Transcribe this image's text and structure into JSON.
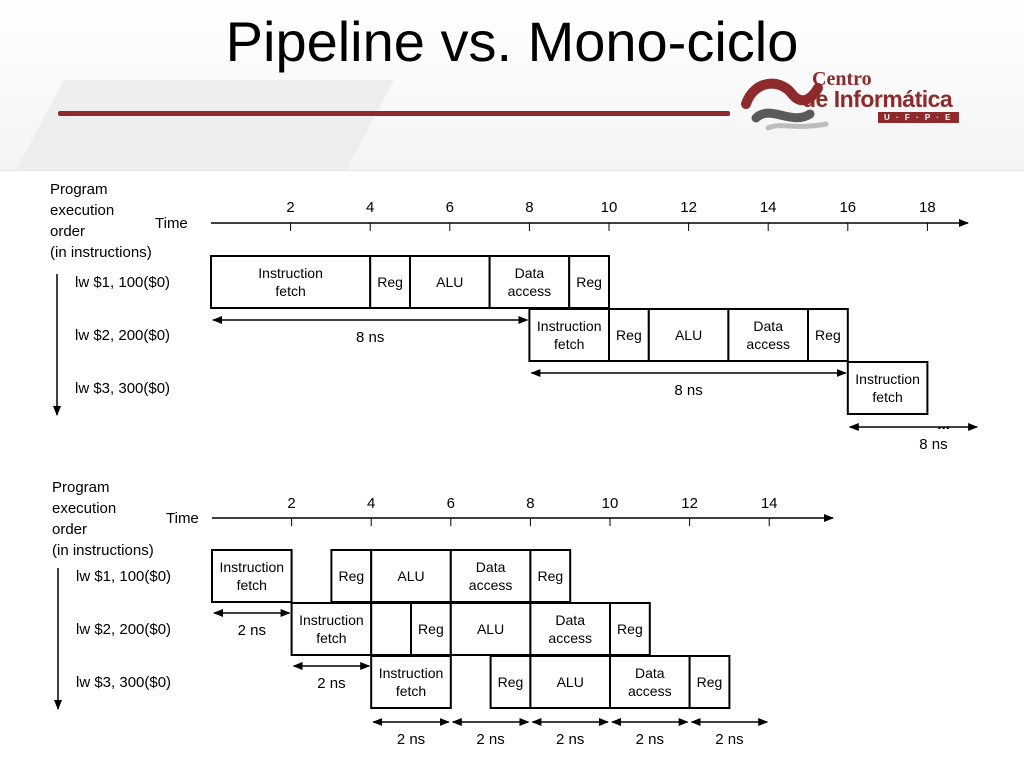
{
  "slide": {
    "title": "Pipeline vs. Mono-ciclo",
    "logo": {
      "line1": "Centro",
      "line2": "de Informática",
      "line3": "U · F · P · E"
    }
  },
  "diagrams": [
    {
      "id": "single-cycle",
      "order_label": [
        "Program",
        "execution",
        "order",
        "(in instructions)"
      ],
      "time_label": "Time",
      "ticks": [
        2,
        4,
        6,
        8,
        10,
        12,
        14,
        16,
        18
      ],
      "instructions": [
        "lw $1, 100($0)",
        "lw $2, 200($0)",
        "lw $3, 300($0)"
      ],
      "stages": [
        {
          "row": 0,
          "start": 0,
          "end": 4,
          "lines": [
            "Instruction",
            "fetch"
          ]
        },
        {
          "row": 0,
          "start": 4,
          "end": 5,
          "lines": [
            "Reg"
          ]
        },
        {
          "row": 0,
          "start": 5,
          "end": 7,
          "lines": [
            "ALU"
          ]
        },
        {
          "row": 0,
          "start": 7,
          "end": 9,
          "lines": [
            "Data",
            "access"
          ]
        },
        {
          "row": 0,
          "start": 9,
          "end": 10,
          "lines": [
            "Reg"
          ]
        },
        {
          "row": 1,
          "start": 8,
          "end": 10,
          "lines": [
            "Instruction",
            "fetch"
          ]
        },
        {
          "row": 1,
          "start": 10,
          "end": 11,
          "lines": [
            "Reg"
          ]
        },
        {
          "row": 1,
          "start": 11,
          "end": 13,
          "lines": [
            "ALU"
          ]
        },
        {
          "row": 1,
          "start": 13,
          "end": 15,
          "lines": [
            "Data",
            "access"
          ]
        },
        {
          "row": 1,
          "start": 15,
          "end": 16,
          "lines": [
            "Reg"
          ]
        },
        {
          "row": 2,
          "start": 16,
          "end": 18,
          "lines": [
            "Instruction",
            "fetch"
          ]
        }
      ],
      "spans": [
        {
          "row": 0,
          "start": 0,
          "end": 8,
          "label": "8 ns"
        },
        {
          "row": 1,
          "start": 8,
          "end": 16,
          "label": "8 ns"
        },
        {
          "row": 2,
          "start": 16,
          "end": 19.3,
          "label": "8 ns"
        }
      ],
      "ellipsis": "..."
    },
    {
      "id": "pipelined",
      "order_label": [
        "Program",
        "execution",
        "order",
        "(in instructions)"
      ],
      "time_label": "Time",
      "ticks": [
        2,
        4,
        6,
        8,
        10,
        12,
        14
      ],
      "instructions": [
        "lw $1, 100($0)",
        "lw $2, 200($0)",
        "lw $3, 300($0)"
      ],
      "stages": [
        {
          "row": 0,
          "start": 0,
          "end": 2,
          "lines": [
            "Instruction",
            "fetch"
          ]
        },
        {
          "row": 0,
          "start": 3,
          "end": 4,
          "lines": [
            "Reg"
          ]
        },
        {
          "row": 0,
          "start": 4,
          "end": 6,
          "lines": [
            "ALU"
          ]
        },
        {
          "row": 0,
          "start": 6,
          "end": 8,
          "lines": [
            "Data",
            "access"
          ]
        },
        {
          "row": 0,
          "start": 8,
          "end": 9,
          "lines": [
            "Reg"
          ]
        },
        {
          "row": 1,
          "start": 2,
          "end": 4,
          "lines": [
            "Instruction",
            "fetch"
          ]
        },
        {
          "row": 1,
          "start": 4,
          "end": 5,
          "lines": []
        },
        {
          "row": 1,
          "start": 5,
          "end": 6,
          "lines": [
            "Reg"
          ]
        },
        {
          "row": 1,
          "start": 6,
          "end": 8,
          "lines": [
            "ALU"
          ]
        },
        {
          "row": 1,
          "start": 8,
          "end": 10,
          "lines": [
            "Data",
            "access"
          ]
        },
        {
          "row": 1,
          "start": 10,
          "end": 11,
          "lines": [
            "Reg"
          ]
        },
        {
          "row": 2,
          "start": 4,
          "end": 6,
          "lines": [
            "Instruction",
            "fetch"
          ]
        },
        {
          "row": 2,
          "start": 7,
          "end": 8,
          "lines": [
            "Reg"
          ]
        },
        {
          "row": 2,
          "start": 8,
          "end": 10,
          "lines": [
            "ALU"
          ]
        },
        {
          "row": 2,
          "start": 10,
          "end": 12,
          "lines": [
            "Data",
            "access"
          ]
        },
        {
          "row": 2,
          "start": 12,
          "end": 13,
          "lines": [
            "Reg"
          ]
        }
      ],
      "spans": [
        {
          "row": 0,
          "start": 0,
          "end": 2,
          "label": "2 ns"
        },
        {
          "row": 1,
          "start": 2,
          "end": 4,
          "label": "2 ns"
        },
        {
          "row": 2,
          "start": 4,
          "end": 6,
          "label": "2 ns"
        },
        {
          "row": 2,
          "start": 6,
          "end": 8,
          "label": "2 ns"
        },
        {
          "row": 2,
          "start": 8,
          "end": 10,
          "label": "2 ns"
        },
        {
          "row": 2,
          "start": 10,
          "end": 12,
          "label": "2 ns"
        },
        {
          "row": 2,
          "start": 12,
          "end": 14,
          "label": "2 ns"
        }
      ]
    }
  ]
}
